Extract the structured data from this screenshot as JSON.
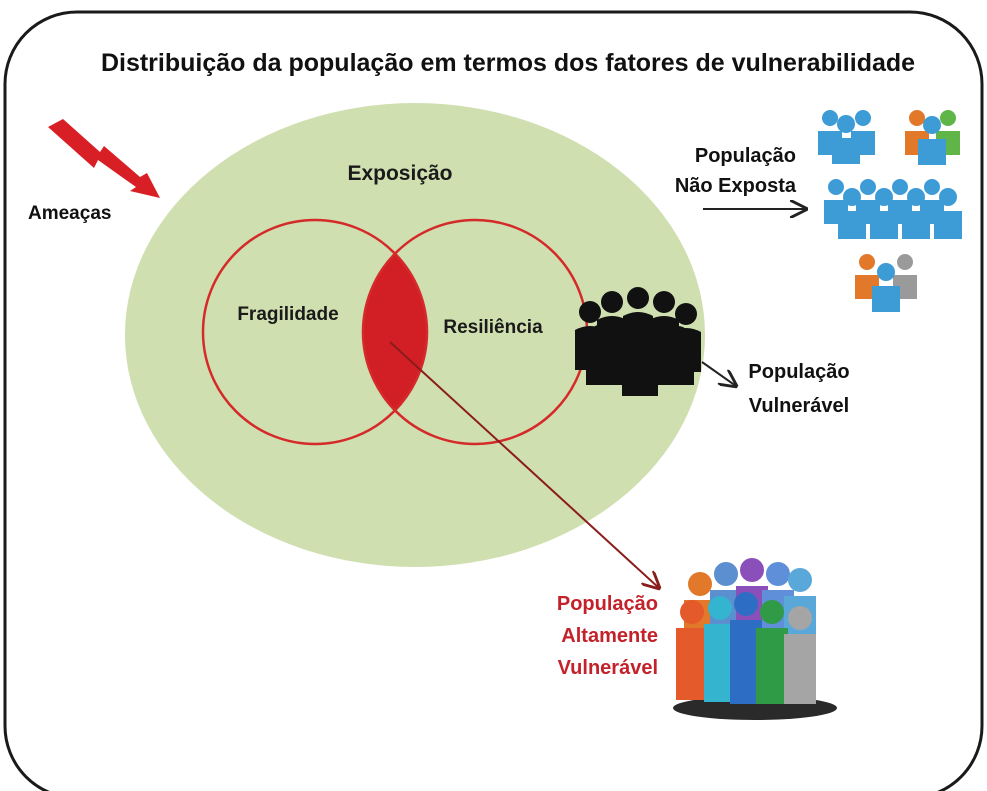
{
  "diagram": {
    "title": "Distribuição da população em termos dos fatores de vulnerabilidade",
    "threat": {
      "label": "Ameaças",
      "icon": "lightning-bolt-icon"
    },
    "exposure": {
      "label": "Exposição"
    },
    "fragility": {
      "label": "Fragilidade"
    },
    "resilience": {
      "label": "Resiliência"
    },
    "not_exposed": {
      "line1": "População",
      "line2": "Não Exposta",
      "icon": "people-group-icon"
    },
    "vulnerable": {
      "line1": "População",
      "line2": "Vulnerável",
      "icon": "crowd-silhouette-icon"
    },
    "highly_vulnerable": {
      "line1": "População",
      "line2": "Altamente",
      "line3": "Vulnerável",
      "icon": "colorful-crowd-icon"
    }
  },
  "colors": {
    "exposure_fill": "#cfdfb0",
    "circle_stroke": "#d42a2a",
    "intersection_fill": "#d21f25",
    "threat_fill": "#d91f26",
    "highlight_text": "#c4222a",
    "arrow_dark": "#222222",
    "arrow_red": "#8b1c1c"
  }
}
